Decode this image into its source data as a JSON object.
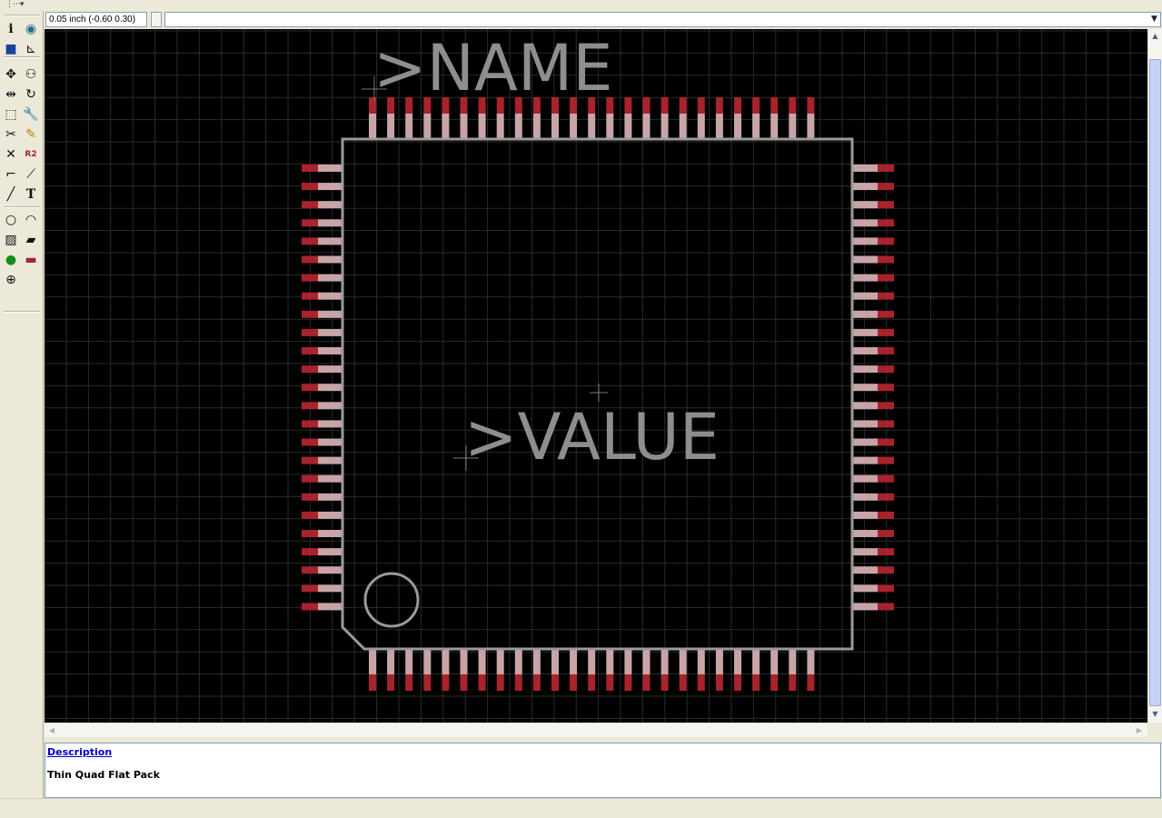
{
  "command_bar": {
    "grid_readout": "0.05 inch (-0.60 0.30)",
    "command_value": "",
    "command_placeholder": ""
  },
  "toolbar": {
    "tools": [
      {
        "name": "info-icon",
        "glyph": "i"
      },
      {
        "name": "show-eye-icon",
        "glyph": "◉"
      },
      {
        "name": "display-layers-icon",
        "glyph": "■"
      },
      {
        "name": "mark-icon",
        "glyph": "⊾"
      },
      {
        "name": "move-icon",
        "glyph": "✥"
      },
      {
        "name": "copy-icon",
        "glyph": "⚇"
      },
      {
        "name": "mirror-icon",
        "glyph": "⇹"
      },
      {
        "name": "rotate-icon",
        "glyph": "↻"
      },
      {
        "name": "group-icon",
        "glyph": "⬚"
      },
      {
        "name": "change-wrench-icon",
        "glyph": "🔧"
      },
      {
        "name": "split-icon",
        "glyph": "✂"
      },
      {
        "name": "paint-icon",
        "glyph": "✎"
      },
      {
        "name": "delete-icon",
        "glyph": "✕"
      },
      {
        "name": "name-value-icon",
        "glyph": "R2"
      },
      {
        "name": "miter-icon",
        "glyph": "⌐"
      },
      {
        "name": "optimize-icon",
        "glyph": "⟋"
      },
      {
        "name": "wire-line-icon",
        "glyph": "╱"
      },
      {
        "name": "text-icon",
        "glyph": "T"
      },
      {
        "name": "circle-icon",
        "glyph": "○"
      },
      {
        "name": "arc-icon",
        "glyph": "◠"
      },
      {
        "name": "rectangle-icon",
        "glyph": "▨"
      },
      {
        "name": "polygon-icon",
        "glyph": "▰"
      },
      {
        "name": "via-pad-icon",
        "glyph": "●"
      },
      {
        "name": "smd-pad-icon",
        "glyph": "▬"
      },
      {
        "name": "hole-icon",
        "glyph": "⊕"
      }
    ]
  },
  "canvas": {
    "name_label": ">NAME",
    "value_label": ">VALUE",
    "colors": {
      "background": "#000000",
      "grid": "#2b2b2b",
      "outline": "#9a9a9a",
      "pad_outer": "#a8232b",
      "pad_inner": "#c8a4a8",
      "label": "#8e8e8e"
    },
    "pins_per_side": 25
  },
  "description_panel": {
    "heading": "Description",
    "text": "Thin Quad Flat Pack"
  },
  "scrollbars": {
    "up": "▲",
    "down": "▼",
    "left": "◀",
    "right": "▶"
  }
}
